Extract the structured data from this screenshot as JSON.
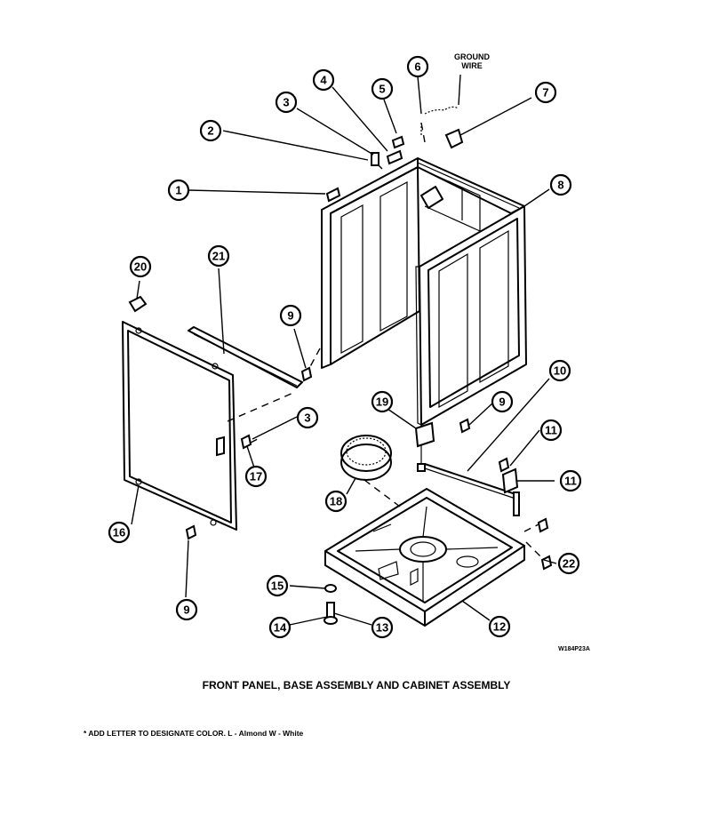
{
  "title": "FRONT PANEL, BASE ASSEMBLY AND CABINET ASSEMBLY",
  "footnote": "* ADD LETTER TO DESIGNATE COLOR.  L - Almond  W - White",
  "drawing_code": "W184P23A",
  "ground_wire_label": [
    "GROUND",
    "WIRE"
  ],
  "callouts": [
    "1",
    "2",
    "3",
    "4",
    "5",
    "6",
    "7",
    "8",
    "9",
    "9",
    "9",
    "10",
    "11",
    "11",
    "12",
    "13",
    "14",
    "15",
    "16",
    "17",
    "18",
    "19",
    "20",
    "21",
    "22",
    "3"
  ],
  "colors": {
    "ink": "#000000",
    "paper": "#ffffff"
  }
}
